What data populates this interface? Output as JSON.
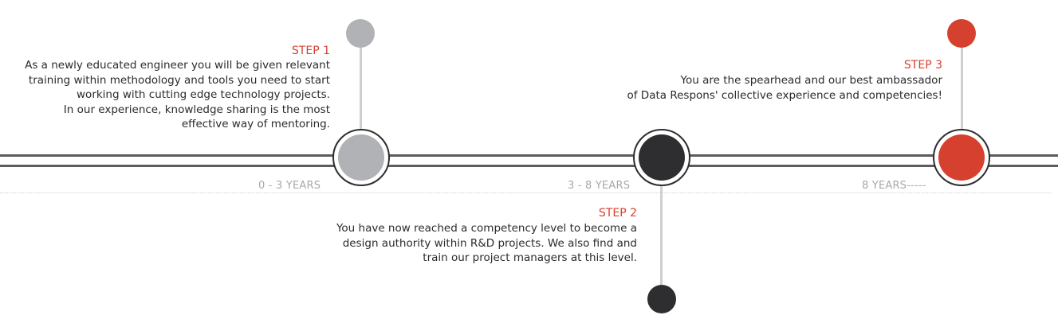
{
  "timeline": {
    "colors": {
      "step1": "#b1b2b6",
      "step2": "#2e2d30",
      "step3": "#d6402e",
      "accent_text": "#d6402e",
      "rail": "#5c5c5c"
    },
    "steps": [
      {
        "label": "STEP 1",
        "years": "0 - 3 YEARS",
        "lines": [
          "As a newly educated engineer you will be given relevant",
          "training within methodology and tools you need to start",
          "working with cutting edge technology projects.",
          "In our experience, knowledge sharing is the most",
          "effective way of mentoring."
        ]
      },
      {
        "label": "STEP 2",
        "years": "3 - 8 YEARS",
        "lines": [
          "You have now reached a competency level to become a",
          "design authority within R&D projects. We also find and",
          "train our project managers at this level."
        ]
      },
      {
        "label": "STEP 3",
        "years": "8 YEARS-----",
        "lines": [
          "You are the spearhead and our best ambassador",
          "of Data Respons' collective experience and competencies!"
        ]
      }
    ]
  }
}
